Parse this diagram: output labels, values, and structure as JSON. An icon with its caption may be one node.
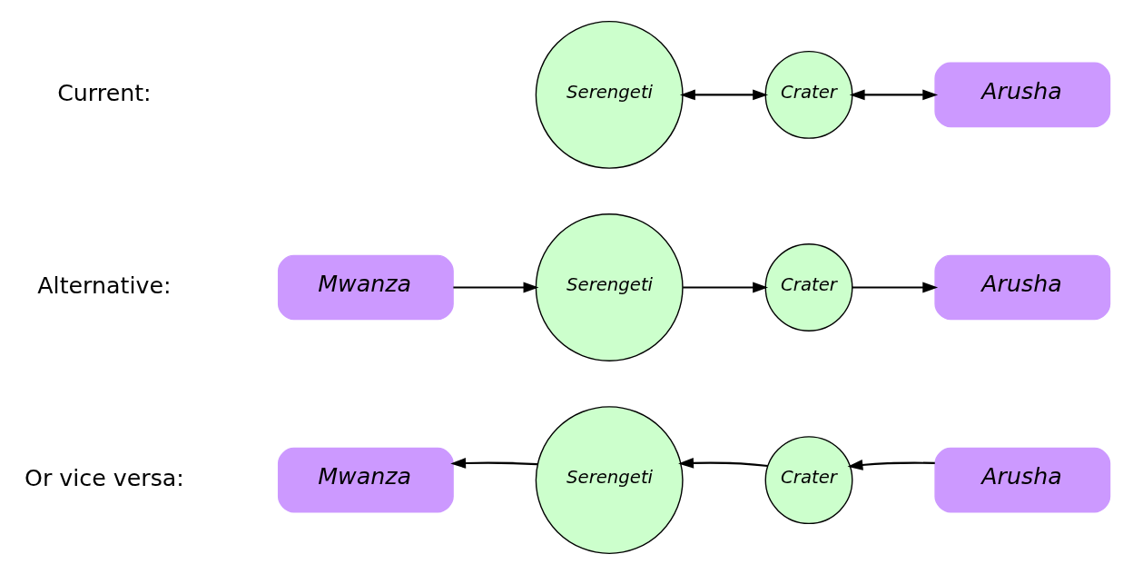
{
  "diagram": {
    "nodes": [
      {
        "text": [
          "Serengeti"
        ]
      },
      {
        "text": [
          "Crater"
        ]
      },
      {
        "text": [
          "Arusha"
        ]
      },
      {
        "text": [
          "Mwanza"
        ]
      },
      {
        "text": [
          "Serengeti"
        ]
      },
      {
        "text": [
          "Crater"
        ]
      },
      {
        "text": [
          "Arusha"
        ]
      },
      {
        "text": [
          "Mwanza"
        ]
      },
      {
        "text": [
          "Serengeti"
        ]
      },
      {
        "text": [
          "Crater"
        ]
      },
      {
        "text": [
          "Arusha"
        ]
      }
    ],
    "edges": [
      {
        "from": 0,
        "to": 1,
        "arrow": "both"
      },
      {
        "from": 1,
        "to": 2,
        "arrow": "both"
      },
      {
        "from": 3,
        "to": 4,
        "arrow": "to"
      },
      {
        "from": 4,
        "to": 5,
        "arrow": "to"
      },
      {
        "from": 5,
        "to": 6,
        "arrow": "to"
      },
      {
        "from": 10,
        "to": 9,
        "arrow": "to"
      },
      {
        "from": 9,
        "to": 8,
        "arrow": "to"
      },
      {
        "from": 8,
        "to": 7,
        "arrow": "to"
      }
    ],
    "labels": [
      "Current:",
      "Alternative:",
      "Or vice versa:"
    ]
  }
}
